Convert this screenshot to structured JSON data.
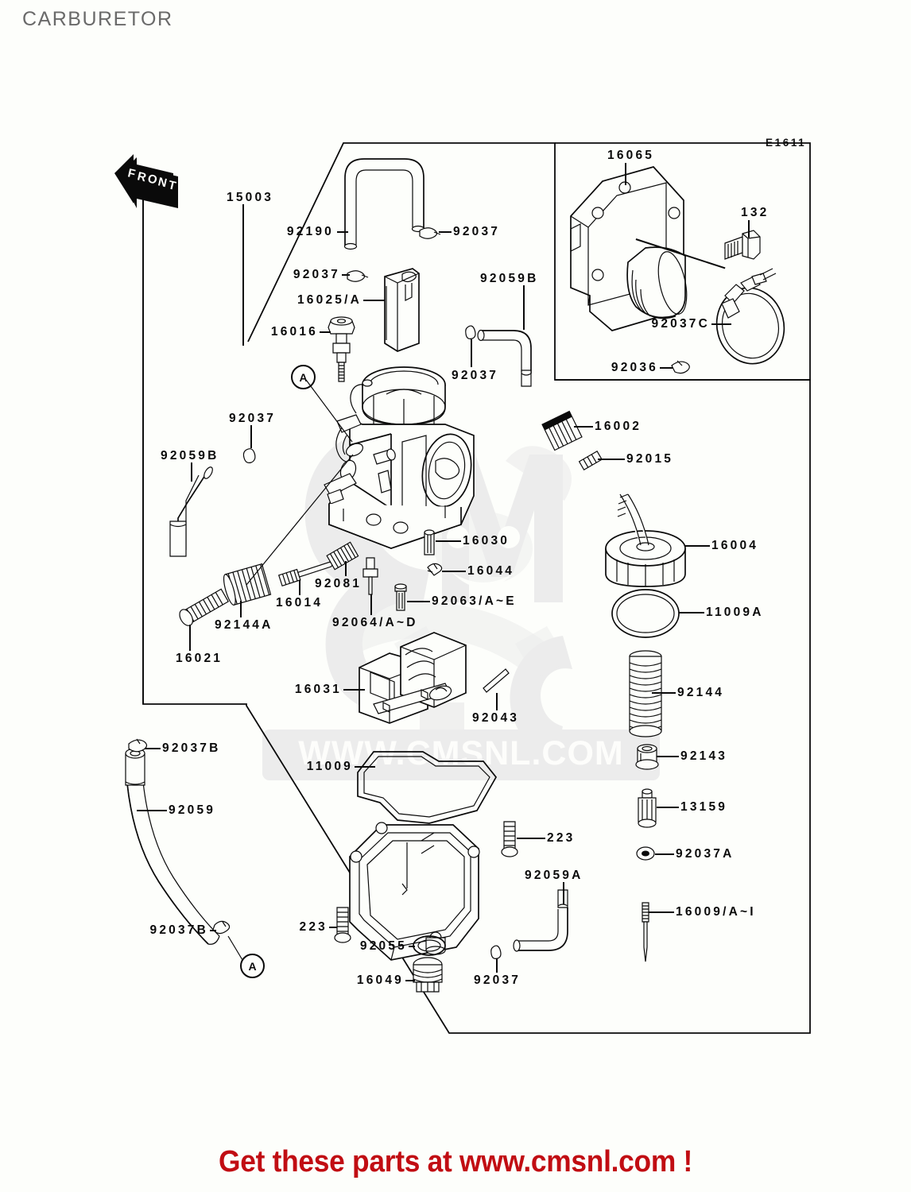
{
  "page": {
    "title": "CARBURETOR",
    "sheet_code": "E1611",
    "footer": "Get these parts at www.cmsnl.com !",
    "front_badge_text": "FRONT",
    "reference_marker": "A"
  },
  "watermark": {
    "brand": "CMSNL",
    "banner": "WWW.CMSNL.COM"
  },
  "groups": [
    {
      "id": "group-15003",
      "label": "15003"
    },
    {
      "id": "group-16065",
      "label": "16065"
    }
  ],
  "parts": [
    {
      "id": "p01",
      "number": "15003"
    },
    {
      "id": "p02",
      "number": "92190"
    },
    {
      "id": "p03",
      "number": "92037"
    },
    {
      "id": "p04",
      "number": "92037"
    },
    {
      "id": "p05",
      "number": "16025/A"
    },
    {
      "id": "p06",
      "number": "16016"
    },
    {
      "id": "p07",
      "number": "92059B"
    },
    {
      "id": "p08",
      "number": "92037"
    },
    {
      "id": "p09",
      "number": "16065"
    },
    {
      "id": "p10",
      "number": "132"
    },
    {
      "id": "p11",
      "number": "92037C"
    },
    {
      "id": "p12",
      "number": "92036"
    },
    {
      "id": "p13",
      "number": "92037"
    },
    {
      "id": "p14",
      "number": "92059B"
    },
    {
      "id": "p15",
      "number": "16002"
    },
    {
      "id": "p16",
      "number": "92015"
    },
    {
      "id": "p17",
      "number": "16030"
    },
    {
      "id": "p18",
      "number": "16044"
    },
    {
      "id": "p19",
      "number": "92063/A~E"
    },
    {
      "id": "p20",
      "number": "92064/A~D"
    },
    {
      "id": "p21",
      "number": "92081"
    },
    {
      "id": "p22",
      "number": "16014"
    },
    {
      "id": "p23",
      "number": "92144A"
    },
    {
      "id": "p24",
      "number": "16021"
    },
    {
      "id": "p25",
      "number": "16004"
    },
    {
      "id": "p26",
      "number": "11009A"
    },
    {
      "id": "p27",
      "number": "92144"
    },
    {
      "id": "p28",
      "number": "16031"
    },
    {
      "id": "p29",
      "number": "92043"
    },
    {
      "id": "p30",
      "number": "92143"
    },
    {
      "id": "p31",
      "number": "11009"
    },
    {
      "id": "p32",
      "number": "13159"
    },
    {
      "id": "p33",
      "number": "92037B"
    },
    {
      "id": "p34",
      "number": "92059"
    },
    {
      "id": "p35",
      "number": "223"
    },
    {
      "id": "p36",
      "number": "92037A"
    },
    {
      "id": "p37",
      "number": "92059A"
    },
    {
      "id": "p38",
      "number": "16009/A~I"
    },
    {
      "id": "p39",
      "number": "223"
    },
    {
      "id": "p40",
      "number": "92037B"
    },
    {
      "id": "p41",
      "number": "92055"
    },
    {
      "id": "p42",
      "number": "16049"
    },
    {
      "id": "p43",
      "number": "92037"
    }
  ]
}
